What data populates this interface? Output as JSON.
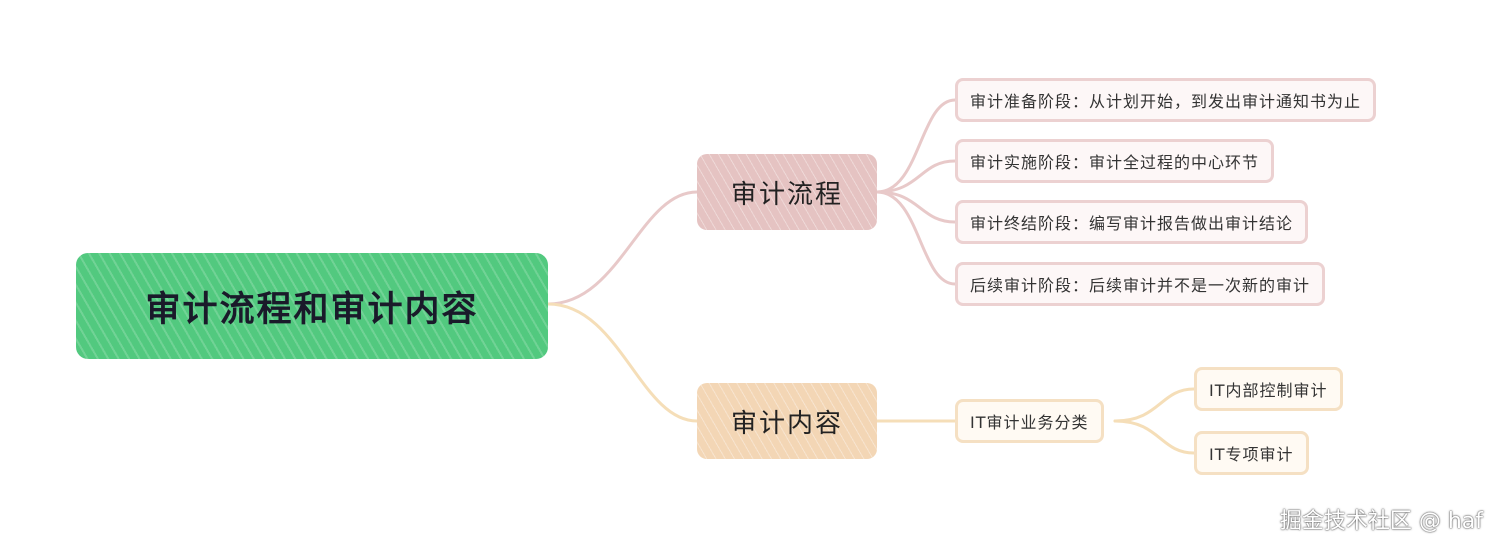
{
  "root": {
    "label": "审计流程和审计内容"
  },
  "branches": [
    {
      "label": "审计流程",
      "children": [
        "审计准备阶段：从计划开始，到发出审计通知书为止",
        "审计实施阶段：审计全过程的中心环节",
        "审计终结阶段：编写审计报告做出审计结论",
        "后续审计阶段：后续审计并不是一次新的审计"
      ]
    },
    {
      "label": "审计内容",
      "children": [
        {
          "label": "IT审计业务分类",
          "children": [
            "IT内部控制审计",
            "IT专项审计"
          ]
        }
      ]
    }
  ],
  "watermark": "掘金技术社区 @ haf",
  "colors": {
    "root": "#52c97f",
    "branch1": "#e5c3c2",
    "branch2": "#f3d6b5",
    "link1": "#e8c9c9",
    "link2": "#f5deb8"
  }
}
